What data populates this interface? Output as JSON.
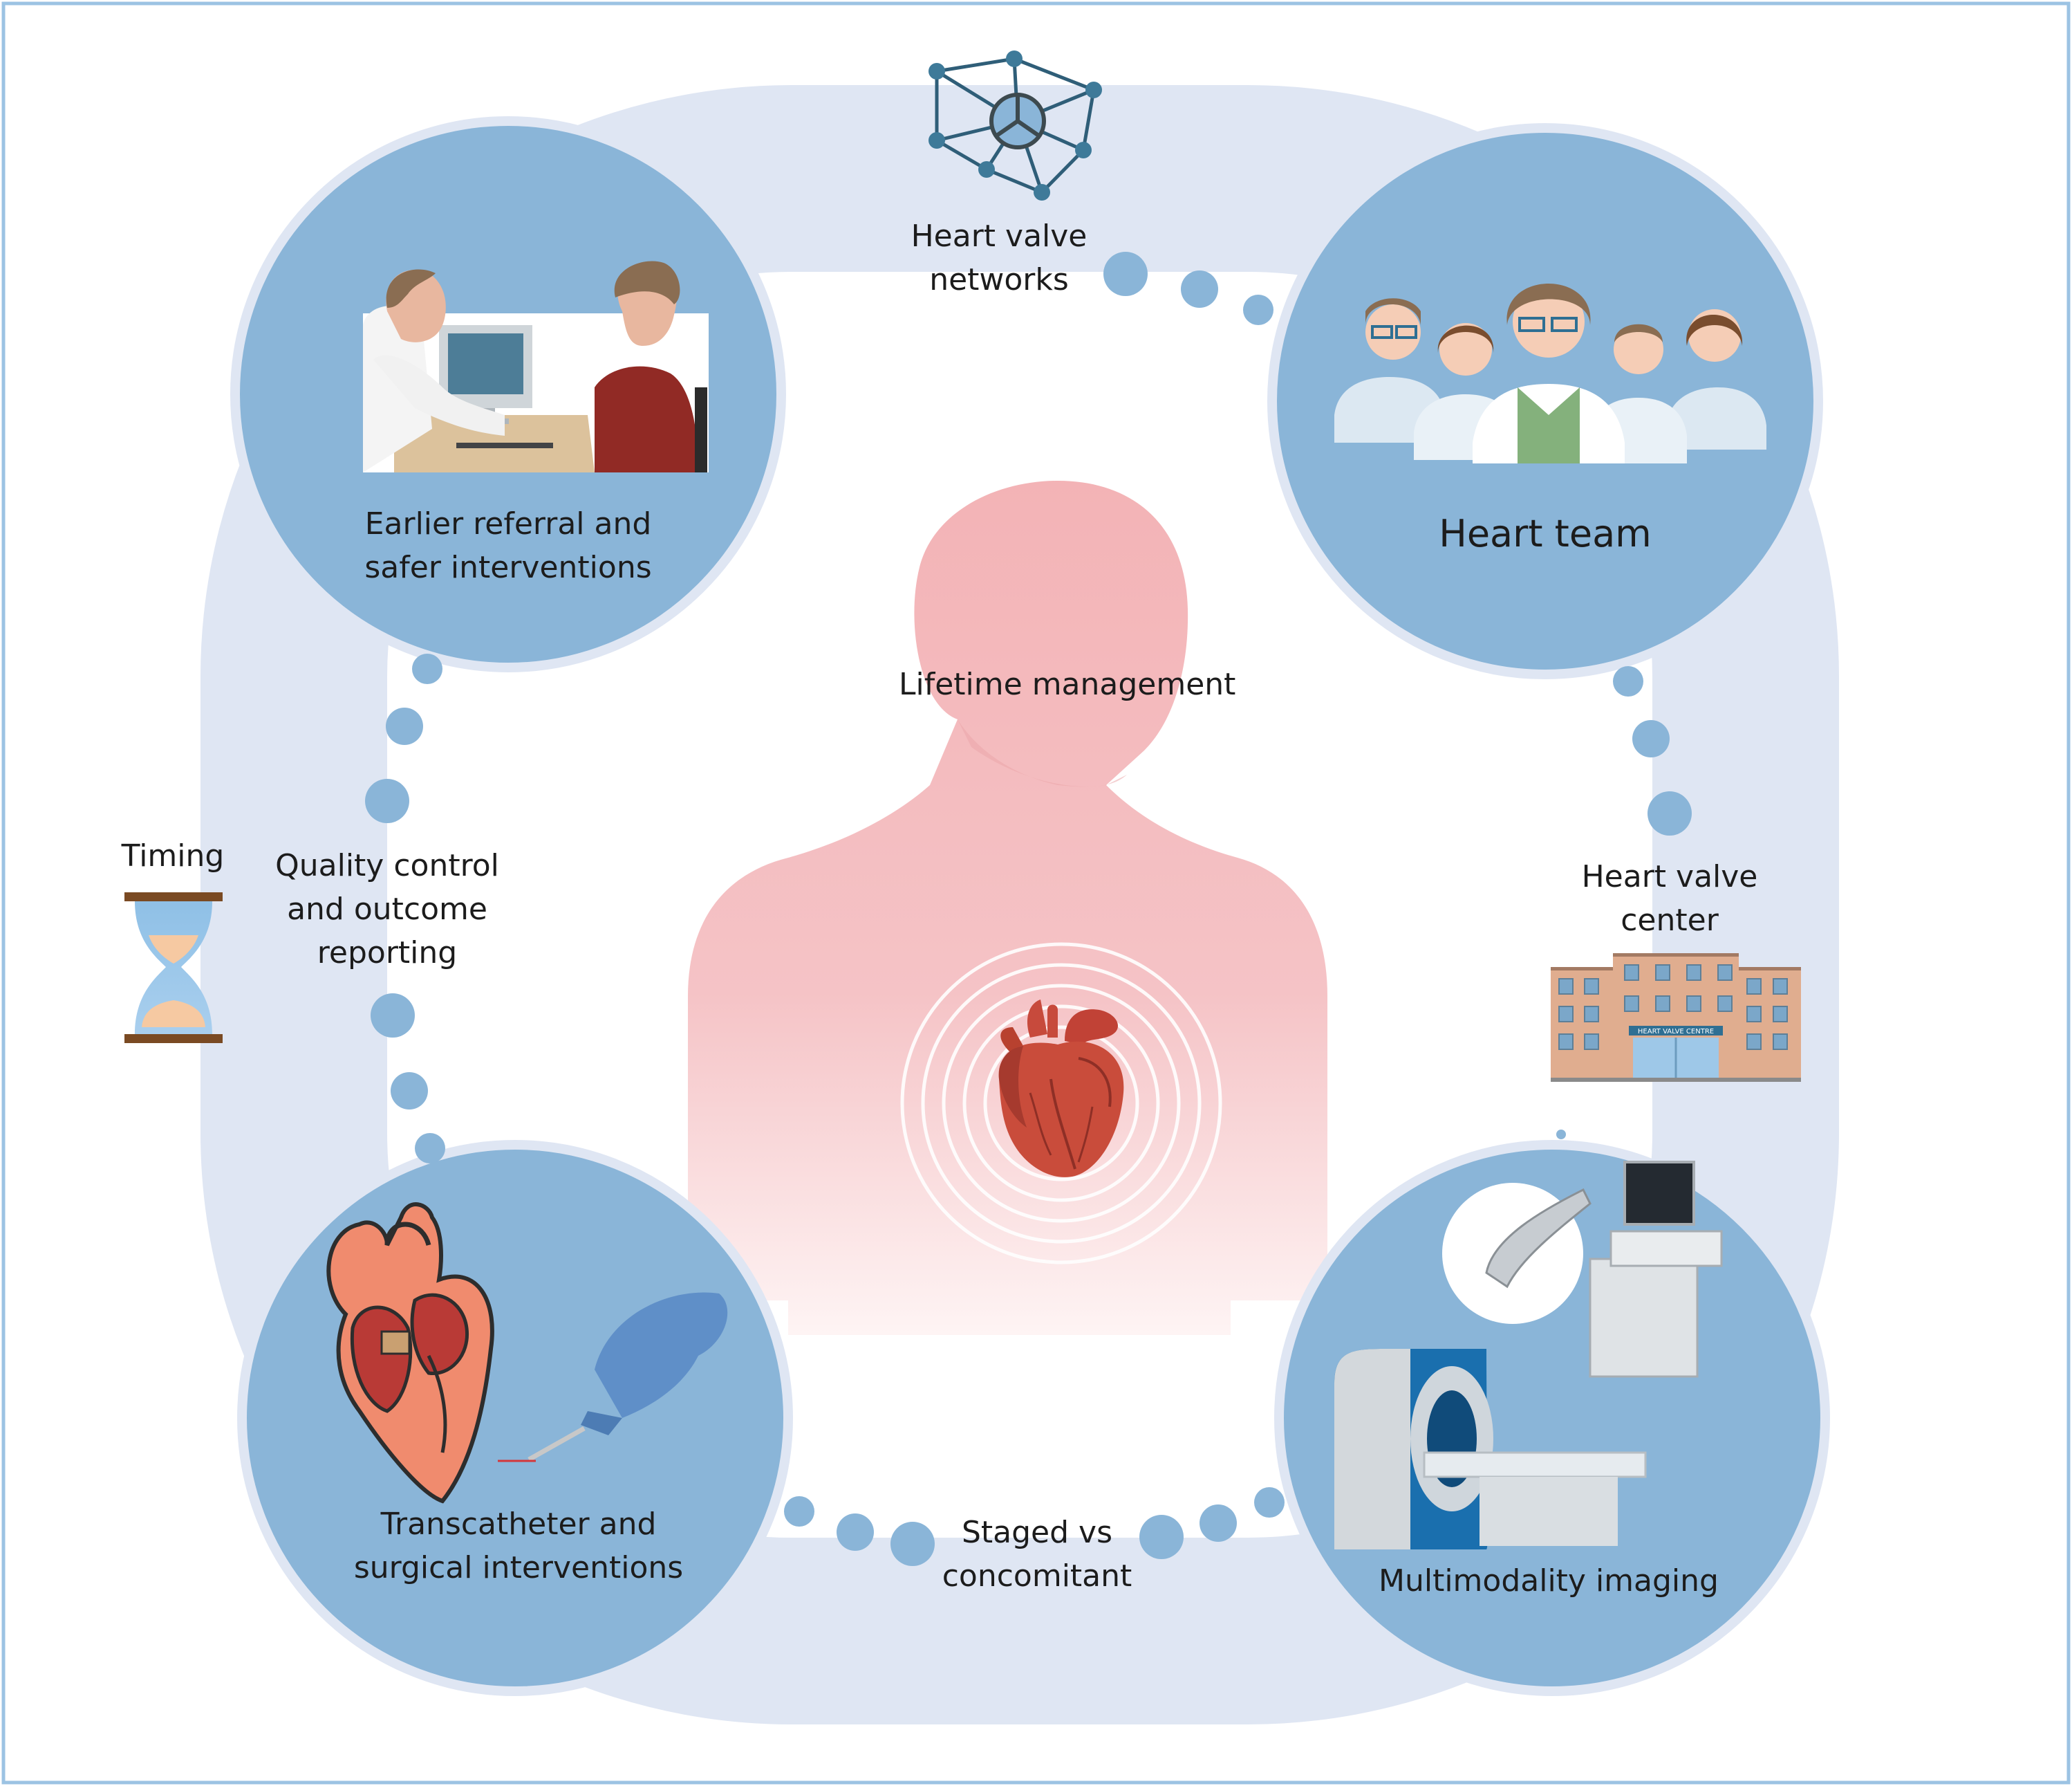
{
  "diagram": {
    "center": {
      "label": "Lifetime management"
    },
    "nodes": [
      {
        "id": "earlier-referral",
        "lines": [
          "Earlier referral and",
          "safer interventions"
        ]
      },
      {
        "id": "heart-team",
        "lines": [
          "Heart team"
        ]
      },
      {
        "id": "transcatheter",
        "lines": [
          "Transcatheter and",
          "surgical interventions"
        ]
      },
      {
        "id": "imaging",
        "lines": [
          "Multimodality imaging"
        ]
      }
    ],
    "connectors": [
      {
        "id": "networks",
        "lines": [
          "Heart valve",
          "networks"
        ]
      },
      {
        "id": "center",
        "lines": [
          "Heart valve",
          "center"
        ]
      },
      {
        "id": "staged",
        "lines": [
          "Staged vs",
          "concomitant"
        ]
      },
      {
        "id": "quality",
        "lines": [
          "Quality control",
          "and outcome",
          "reporting"
        ]
      }
    ],
    "side": {
      "timing": "Timing"
    },
    "building_sign": "HEART VALVE CENTRE",
    "colors": {
      "ring": "#dfe6f3",
      "node_fill": "#8ab5d8",
      "node_border": "#dfe6f3",
      "dot": "#8ab5d8",
      "body": "#f3b5b8",
      "frame": "#9cc3e3",
      "text": "#1c1c1c"
    }
  }
}
